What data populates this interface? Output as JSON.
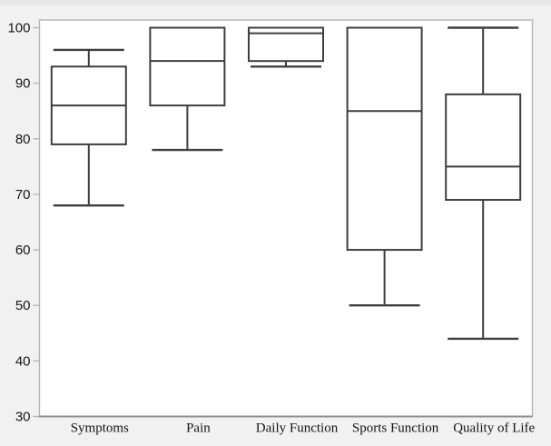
{
  "chart_data": {
    "type": "boxplot",
    "title": "",
    "xlabel": "",
    "ylabel": "",
    "ylim": [
      30,
      100
    ],
    "yticks": [
      30,
      40,
      50,
      60,
      70,
      80,
      90,
      100
    ],
    "grid": false,
    "legend": "none",
    "categories": [
      "Symptoms",
      "Pain",
      "Daily Function",
      "Sports Function",
      "Quality of Life"
    ],
    "boxes": [
      {
        "category": "Symptoms",
        "min": 68,
        "q1": 79,
        "median": 86,
        "q3": 93,
        "max": 96
      },
      {
        "category": "Pain",
        "min": 78,
        "q1": 86,
        "median": 94,
        "q3": 100,
        "max": 100
      },
      {
        "category": "Daily Function",
        "min": 93,
        "q1": 94,
        "median": 99,
        "q3": 100,
        "max": 100
      },
      {
        "category": "Sports Function",
        "min": 50,
        "q1": 60,
        "median": 85,
        "q3": 100,
        "max": 100
      },
      {
        "category": "Quality of Life",
        "min": 44,
        "q1": 69,
        "median": 75,
        "q3": 88,
        "max": 100
      }
    ],
    "colors": {
      "background": "#f1f1f1",
      "plot_background": "#ffffff",
      "frame": "#b5b5b5",
      "axis_line": "#8f8f8f",
      "box_stroke": "#3e3e3e",
      "text": "#161616"
    }
  }
}
